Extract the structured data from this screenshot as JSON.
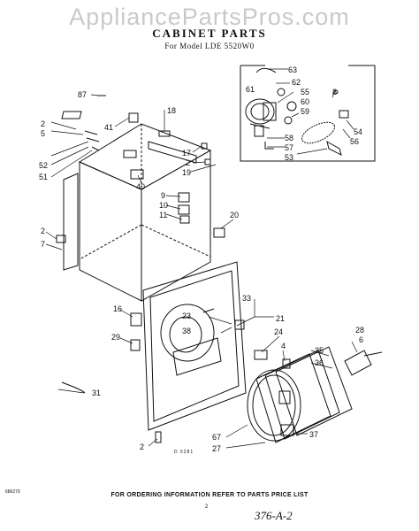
{
  "watermark": "AppliancePartsPros.com",
  "title": "CABINET PARTS",
  "subtitle": "For Model LDE 5520W0",
  "footer_note": "FOR ORDERING INFORMATION REFER TO PARTS PRICE LIST",
  "page_number": "2",
  "figure_code": "686279",
  "drawing_id": "D 6281",
  "handwritten_note": "376-A-2",
  "callouts": [
    "87",
    "41",
    "18",
    "5",
    "2",
    "52",
    "51",
    "17",
    "2",
    "19",
    "40",
    "9",
    "10",
    "11",
    "20",
    "2",
    "7",
    "16",
    "29",
    "23",
    "38",
    "33",
    "21",
    "24",
    "4",
    "35",
    "36",
    "28",
    "6",
    "31",
    "2",
    "67",
    "27",
    "37",
    "63",
    "62",
    "61",
    "55",
    "60",
    "8",
    "59",
    "58",
    "57",
    "53",
    "54",
    "56"
  ]
}
